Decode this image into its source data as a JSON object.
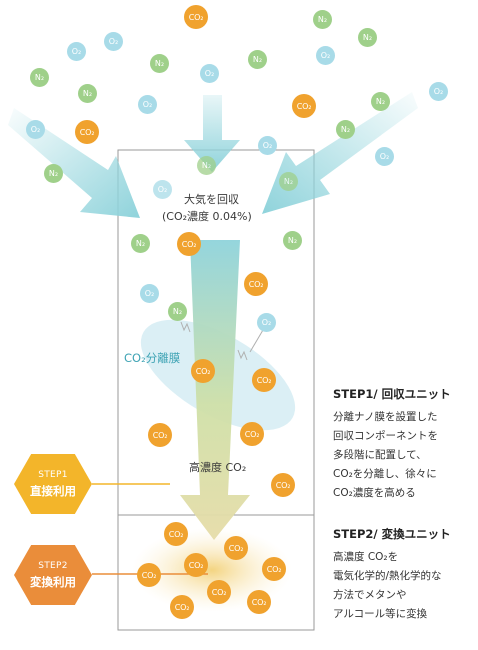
{
  "colors": {
    "co2": "#f0a22e",
    "n2": "#9fd08a",
    "o2": "#a8dbe8",
    "arrow_teal": "#8fd3db",
    "membrane": "#cfe9f1",
    "hex_step1": "#f3b52a",
    "hex_step2": "#ea8d3a",
    "box_line": "#9a9a9a"
  },
  "molecules": {
    "co2_label": "CO₂",
    "n2_label": "N₂",
    "o2_label": "O₂"
  },
  "labels": {
    "air_line1": "大気を回収",
    "air_line2": "(CO₂濃度 0.04%)",
    "membrane": "CO₂分離膜",
    "high_conc": "高濃度 CO₂"
  },
  "hexagons": {
    "step1_small": "STEP1",
    "step1_big": "直接利用",
    "step2_small": "STEP2",
    "step2_big": "変換利用"
  },
  "steps": {
    "step1_title": "STEP1/ 回収ユニット",
    "step1_lines": [
      "分離ナノ膜を設置した",
      "回収コンポーネントを",
      "多段階に配置して、",
      "CO₂を分離し、徐々に",
      "CO₂濃度を高める"
    ],
    "step2_title": "STEP2/ 変換ユニット",
    "step2_lines": [
      "高濃度 CO₂を",
      "電気化学的/熱化学的な",
      "方法でメタンや",
      "アルコール等に変換"
    ]
  }
}
